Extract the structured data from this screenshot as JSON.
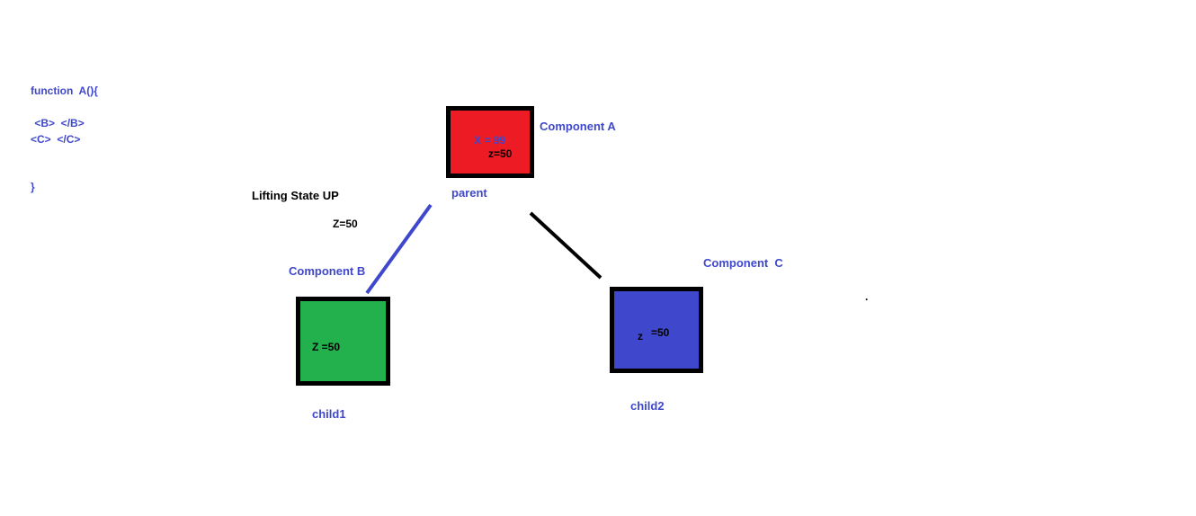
{
  "code": {
    "line1": "function  A(){",
    "line2": " <B>  </B>",
    "line3": "<C>  </C>",
    "line4": "}"
  },
  "title": "Lifting State UP",
  "lifted_value": "Z=50",
  "component_a": {
    "label": "Component A",
    "x_value": "X = 99",
    "z_value": "z=50",
    "caption": "parent",
    "color": "#ed1c24"
  },
  "component_b": {
    "label": "Component B",
    "z_value": "Z =50",
    "caption": "child1",
    "color": "#22b14c"
  },
  "component_c": {
    "label": "Component  C",
    "z_letter": "z",
    "z_value": "=50",
    "caption": "child2",
    "color": "#3f48cc"
  },
  "edges": [
    {
      "from": "parent",
      "to": "child1",
      "color": "#3f48cc"
    },
    {
      "from": "parent",
      "to": "child2",
      "color": "#000000"
    }
  ],
  "stray_mark": "."
}
